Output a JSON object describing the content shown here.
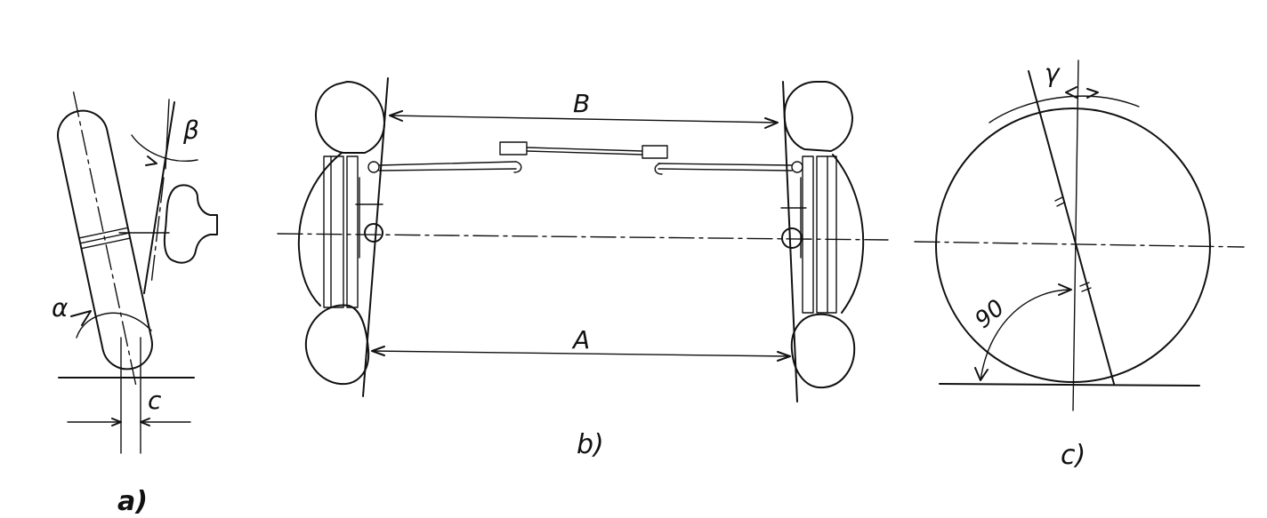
{
  "figure": {
    "colors": {
      "ink": "#111111",
      "background": "#ffffff"
    },
    "panels": [
      {
        "caption": "a)",
        "symbols": [
          "α",
          "β",
          "c"
        ]
      },
      {
        "caption": "b)",
        "symbols": [
          "B",
          "A"
        ]
      },
      {
        "caption": "c)",
        "symbols": [
          "γ",
          "90"
        ]
      }
    ]
  }
}
